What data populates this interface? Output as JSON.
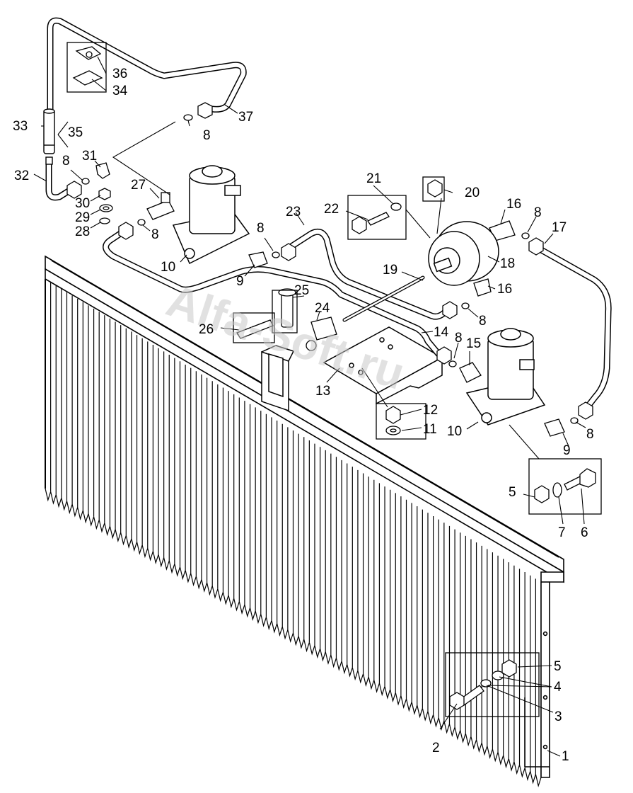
{
  "watermark": "Alfa-Soft.ru",
  "callouts": {
    "c1": "1",
    "c2": "2",
    "c3": "3",
    "c4": "4",
    "c5a": "5",
    "c5b": "5",
    "c6": "6",
    "c7": "7",
    "c8a": "8",
    "c8b": "8",
    "c8c": "8",
    "c8d": "8",
    "c8e": "8",
    "c8f": "8",
    "c8g": "8",
    "c8h": "8",
    "c9a": "9",
    "c9b": "9",
    "c10a": "10",
    "c10b": "10",
    "c11": "11",
    "c12": "12",
    "c13": "13",
    "c14": "14",
    "c15": "15",
    "c16a": "16",
    "c16b": "16",
    "c17": "17",
    "c18": "18",
    "c19": "19",
    "c20": "20",
    "c21": "21",
    "c22": "22",
    "c23": "23",
    "c24": "24",
    "c25": "25",
    "c26": "26",
    "c27": "27",
    "c28": "28",
    "c29": "29",
    "c30": "30",
    "c31": "31",
    "c32": "32",
    "c33": "33",
    "c34": "34",
    "c35": "35",
    "c36": "36",
    "c37": "37"
  }
}
